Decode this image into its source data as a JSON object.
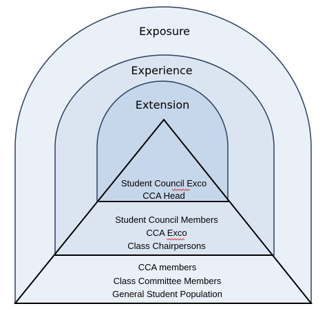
{
  "arches": {
    "outer": {
      "label": "Exposure",
      "fill": "#eaf0f8"
    },
    "middle": {
      "label": "Experience",
      "fill": "#dbe5f2"
    },
    "inner": {
      "label": "Extension",
      "fill": "#c6d6eb"
    }
  },
  "stroke_color": "#2a3f5e",
  "pyramid": {
    "top_tier": [
      "Student Council Exco",
      "CCA Head"
    ],
    "middle_tier": [
      "Student Council Members",
      "CCA Exco",
      "Class Chairpersons"
    ],
    "bottom_tier": [
      "CCA members",
      "Class Committee Members",
      "General Student Population"
    ]
  }
}
